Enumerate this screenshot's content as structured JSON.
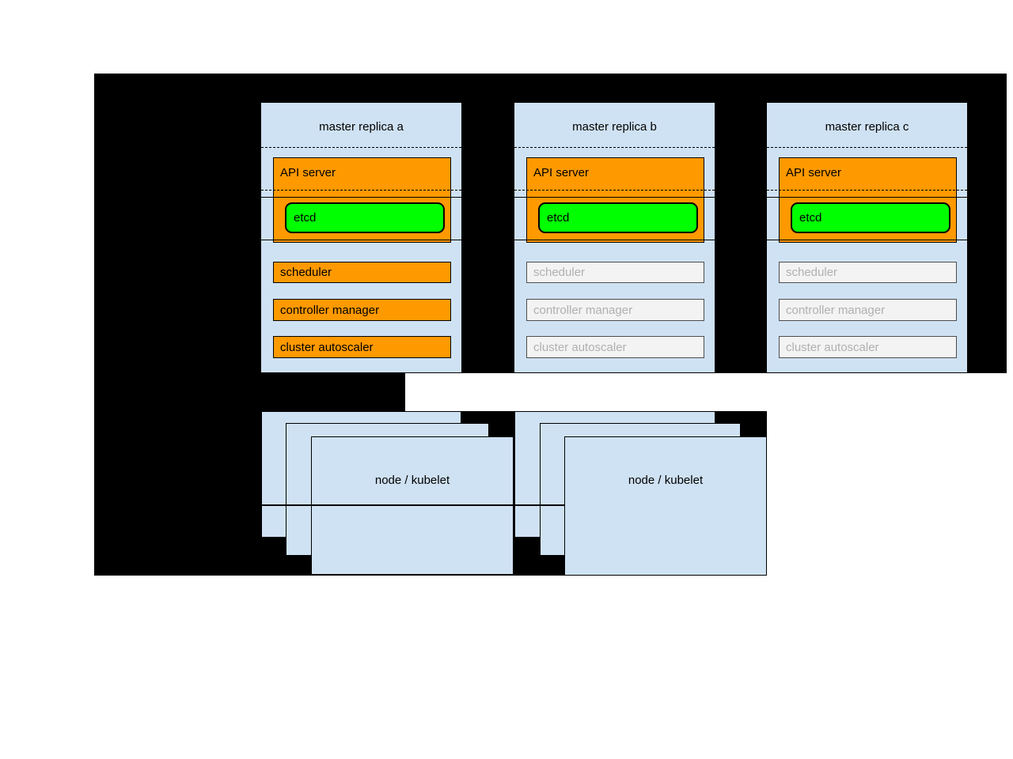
{
  "background": {
    "canvas": "#ffffff",
    "panel": "#000000"
  },
  "colors": {
    "box_blue": "#cfe2f3",
    "active_orange": "#ff9900",
    "etcd_green": "#00ff00",
    "inactive_fill": "#f3f3f3",
    "inactive_text": "#b0b0b0",
    "inactive_border": "#4d4d4d",
    "border": "#000000"
  },
  "masters": [
    {
      "title": "master replica a",
      "api_server": "API server",
      "etcd": "etcd",
      "components": [
        "scheduler",
        "controller manager",
        "cluster autoscaler"
      ],
      "state": "active"
    },
    {
      "title": "master replica b",
      "api_server": "API server",
      "etcd": "etcd",
      "components": [
        "scheduler",
        "controller manager",
        "cluster autoscaler"
      ],
      "state": "inactive"
    },
    {
      "title": "master replica c",
      "api_server": "API server",
      "etcd": "etcd",
      "components": [
        "scheduler",
        "controller manager",
        "cluster autoscaler"
      ],
      "state": "inactive"
    }
  ],
  "nodes": [
    {
      "label": "node / kubelet"
    },
    {
      "label": "node / kubelet"
    }
  ]
}
